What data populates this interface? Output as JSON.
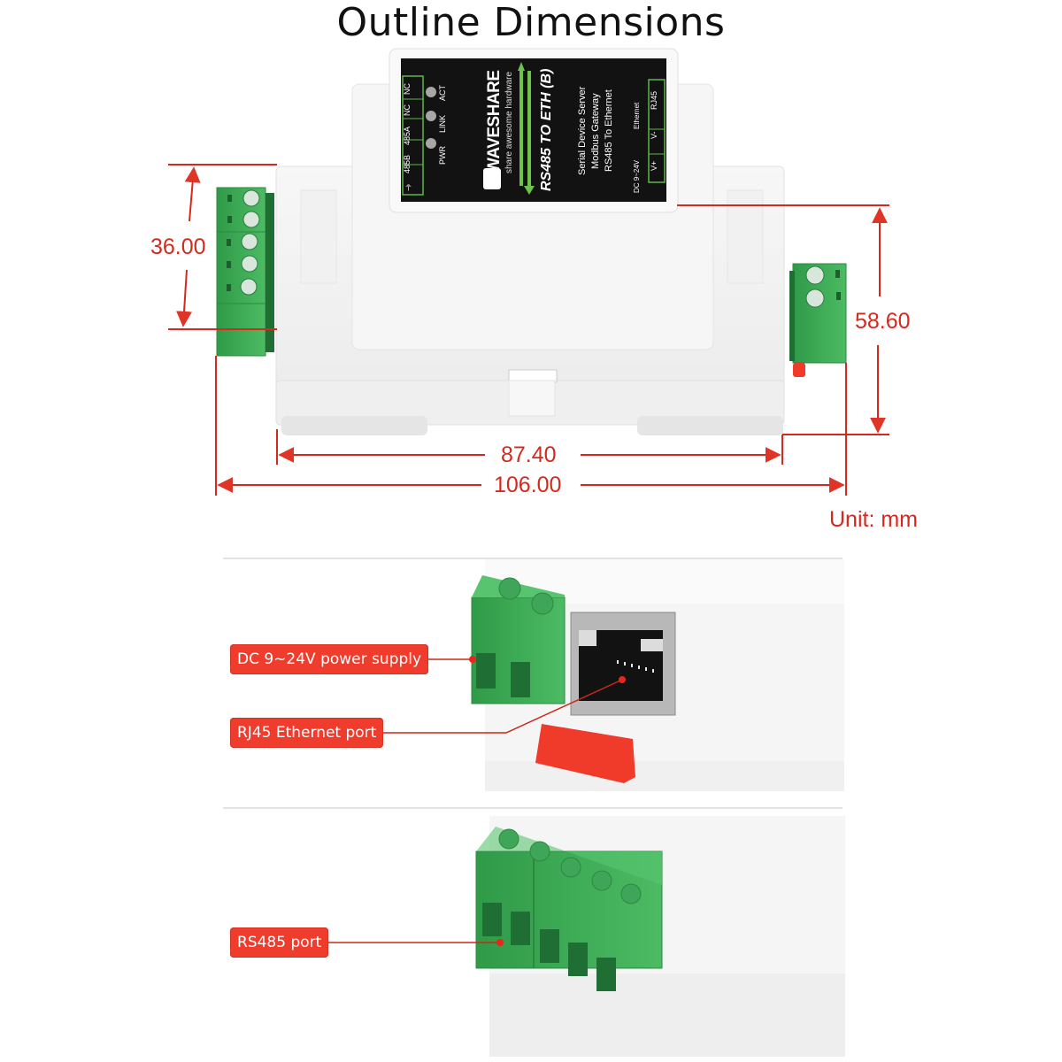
{
  "title": "Outline Dimensions",
  "dimensions": {
    "terminal_height": "36.00",
    "body_height": "58.60",
    "rail_width": "87.40",
    "overall_width": "106.00",
    "unit_label": "Unit: mm"
  },
  "device_label": {
    "brand": "WAVESHARE",
    "tagline": "share awesome hardware",
    "model": "RS485 TO ETH (B)",
    "features": [
      "Serial Device Server",
      "Modbus Gateway",
      "RS485 To Ethernet"
    ],
    "left_terminals": [
      "⏚",
      "485B",
      "485A",
      "NC",
      "NC"
    ],
    "leds": [
      "PWR",
      "LINK",
      "ACT"
    ],
    "right_terminals": [
      "V+",
      "V-",
      "RJ45"
    ],
    "power_text": "DC 9~24V",
    "ethernet_text": "Ethernet"
  },
  "callouts": {
    "power": "DC 9~24V power supply",
    "rj45": "RJ45 Ethernet port",
    "rs485": "RS485 port"
  },
  "colors": {
    "dimension_red": "#d42a1e",
    "callout_red": "#ef3c2c",
    "terminal_green": "#3fae5a",
    "label_black": "#121212",
    "label_green": "#6cc24a",
    "din_clip_red": "#f03a2a",
    "housing_white": "#f3f3f3"
  }
}
